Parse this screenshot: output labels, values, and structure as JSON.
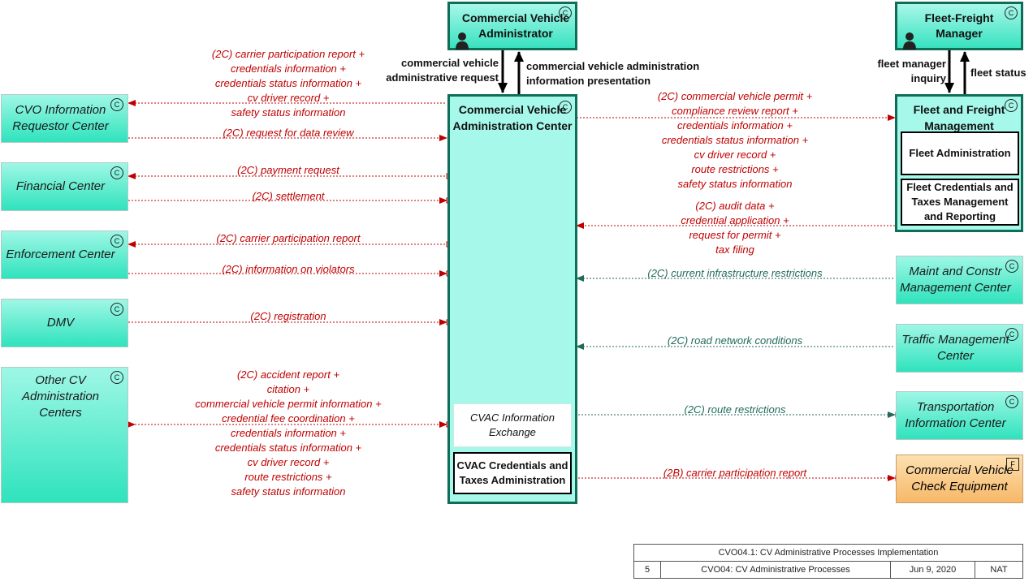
{
  "terminators": {
    "cv_admin": "Commercial Vehicle Administrator",
    "fleet_freight": "Fleet-Freight Manager"
  },
  "cvac": {
    "title": "Commercial Vehicle Administration Center",
    "info_exchange": "CVAC Information Exchange",
    "credentials_taxes": "CVAC Credentials and Taxes Administration"
  },
  "ffm": {
    "title": "Fleet and Freight Management",
    "fleet_admin": "Fleet Administration",
    "fleet_credentials": "Fleet Credentials and Taxes Management and Reporting"
  },
  "left_centers": {
    "cvo_info": "CVO Information Requestor Center",
    "financial": "Financial Center",
    "enforcement": "Enforcement Center",
    "dmv": "DMV",
    "other_cv": "Other CV Administration Centers"
  },
  "right_centers": {
    "maint": "Maint and Constr Management Center",
    "traffic": "Traffic Management Center",
    "transport": "Transportation Information Center",
    "check_equip": "Commercial Vehicle Check Equipment"
  },
  "badges": {
    "c": "C",
    "f": "F"
  },
  "flows": {
    "cvo_up": [
      "(2C) carrier participation report +",
      "credentials information +",
      "credentials status information +",
      "cv driver record +",
      "safety status information"
    ],
    "cvo_down": "(2C) request for data review",
    "fin_up": "(2C) payment request",
    "fin_down": "(2C) settlement",
    "enf_up": "(2C) carrier participation report",
    "enf_down": "(2C) information on violators",
    "dmv": "(2C) registration",
    "other": [
      "(2C) accident report +",
      "citation +",
      "commercial vehicle permit information +",
      "credential fee coordination +",
      "credentials information +",
      "credentials status information +",
      "cv driver record +",
      "route restrictions +",
      "safety status information"
    ],
    "ffm_out": [
      "(2C) commercial vehicle permit +",
      "compliance review report +",
      "credentials information +",
      "credentials status information +",
      "cv driver record +",
      "route restrictions +",
      "safety status information"
    ],
    "ffm_in": [
      "(2C) audit data +",
      "credential application +",
      "request for permit +",
      "tax filing"
    ],
    "maint": "(2C) current infrastructure restrictions",
    "traffic": "(2C) road network conditions",
    "transport": "(2C) route restrictions",
    "check": "(2B) carrier participation report",
    "cva_req": [
      "commercial vehicle",
      "administrative request"
    ],
    "cva_pres": [
      "commercial vehicle administration",
      "information presentation"
    ],
    "fleet_inq": [
      "fleet manager",
      "inquiry"
    ],
    "fleet_status": "fleet status"
  },
  "footer": {
    "title": "CVO04.1: CV Administrative Processes Implementation",
    "page": "5",
    "name": "CVO04: CV Administrative Processes",
    "date": "Jun 9, 2020",
    "scope": "NAT"
  }
}
